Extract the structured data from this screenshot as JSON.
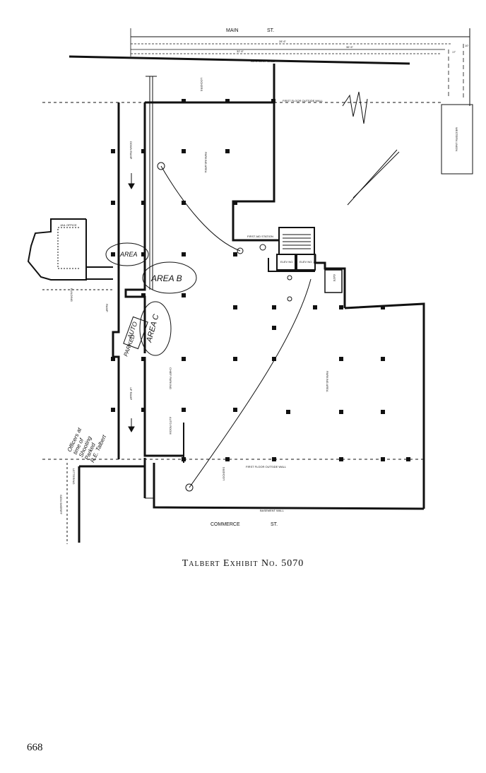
{
  "streets": {
    "top_name": "MAIN",
    "top_suffix": "ST.",
    "bottom_name": "COMMERCE",
    "bottom_suffix": "ST."
  },
  "dimensions": {
    "d1": "28' 6\"",
    "d2": "36' 6\"",
    "d3": "32' 6\"",
    "d4": "10'",
    "d5": "17'"
  },
  "labels": {
    "basement_wall": "BASEMENT WALL",
    "first_floor_outside_wall": "FIRST FLOOR OUTSIDE WALL",
    "western_union": "WESTERN UNION",
    "parking_area": "PARKING AREA",
    "first_aid_station": "FIRST AID STATION",
    "elev_1": "ELEV NO. 1",
    "elev_2": "ELEV NO. 2",
    "jail_office": "JAIL OFFICE",
    "gate": "GATE",
    "down_ramp": "DOWN RAMP",
    "up_ramp": "UP RAMP",
    "ramp_label": "RAMP",
    "lockers": "LOCKERS",
    "chief_parking": "CHIEF PARKING",
    "auto_room": "AUTO ROOM",
    "building": "BUILDING",
    "sign_sheriff": "SIGN SHERIFF",
    "lettering": "LETTERING"
  },
  "handwriting": {
    "area_a": "AREA",
    "area_b": "AREA B",
    "area_c": "AREA C",
    "auto_area": "AUTO",
    "parked_area": "PARKED",
    "note_lines": [
      "Officers at",
      "time of",
      "Shooting",
      "Parked",
      "R.E. Talbert"
    ]
  },
  "caption": "Talbert Exhibit No. 5070",
  "page_number": "668"
}
